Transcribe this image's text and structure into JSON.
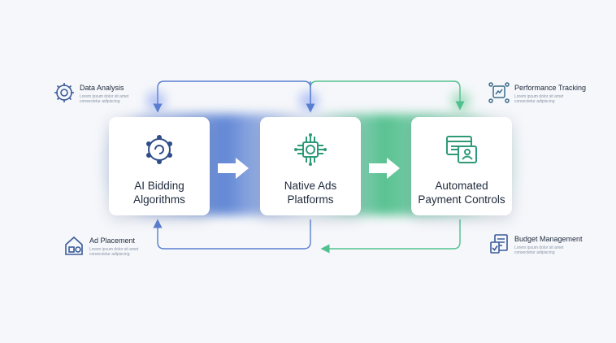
{
  "cards": [
    {
      "label": "AI Bidding\nAlgorithms",
      "icon": "ai-network-icon"
    },
    {
      "label": "Native Ads\nPlatforms",
      "icon": "chip-icon"
    },
    {
      "label": "Automated\nPayment Controls",
      "icon": "payment-screen-icon"
    }
  ],
  "side_items": {
    "data_analysis": {
      "title": "Data Analysis",
      "text": "Lorem ipsum dolor sit amet consectetur adipiscing",
      "icon": "gear-target-icon"
    },
    "ad_placement": {
      "title": "Ad Placement",
      "text": "Lorem ipsum dolor sit amet consectetur adipiscing",
      "icon": "home-chart-icon"
    },
    "performance_tracking": {
      "title": "Performance Tracking",
      "text": "Lorem ipsum dolor sit amet consectetur adipiscing",
      "icon": "tracking-icon"
    },
    "budget_management": {
      "title": "Budget Management",
      "text": "Lorem ipsum dolor sit amet consectetur adipiscing",
      "icon": "document-check-icon"
    }
  },
  "colors": {
    "blue": "#5b7fd0",
    "green": "#52c08e",
    "ink": "#1e2a3c"
  }
}
